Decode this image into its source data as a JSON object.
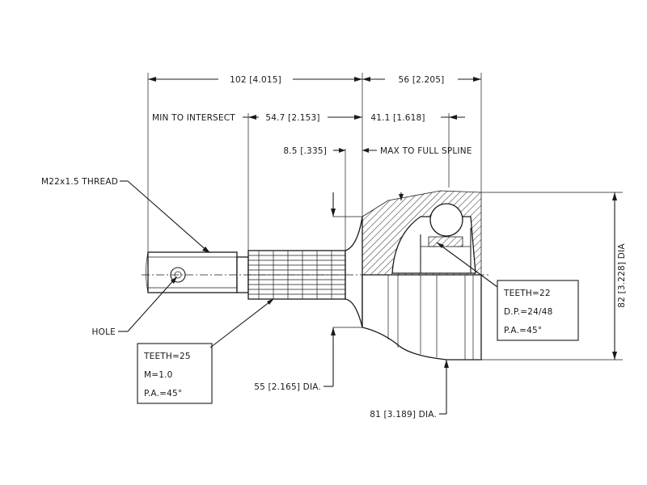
{
  "dimensions": {
    "overall_length": "102 [4.015]",
    "outer_length": "56 [2.205]",
    "min_to_intersect": "MIN TO INTERSECT",
    "intersect_length": "54.7 [2.153]",
    "outer_spline_length": "41.1 [1.618]",
    "shoulder": "8.5 [.335]",
    "max_to_full_spline": "MAX TO FULL SPLINE",
    "thread": "M22x1.5 THREAD",
    "hole": "HOLE",
    "outer_dia": "82 [3.228] DIA",
    "stem_dia": "55 [2.165] DIA.",
    "bell_dia": "81 [3.189] DIA."
  },
  "outer_spline": {
    "teeth": "TEETH=25",
    "module": "M=1.0",
    "pressure_angle": "P.A.=45°"
  },
  "inner_spline": {
    "teeth": "TEETH=22",
    "diametral_pitch": "D.P.=24/48",
    "pressure_angle": "P.A.=45°"
  }
}
